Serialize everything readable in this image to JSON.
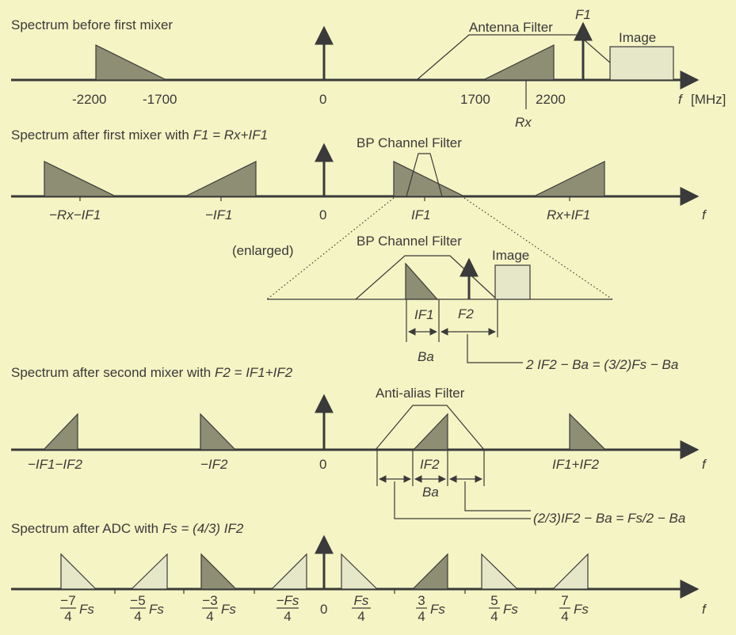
{
  "panels": {
    "p1": {
      "title": "Spectrum before first mixer",
      "antenna_filter": "Antenna Filter",
      "f1": "F1",
      "image": "Image",
      "rx": "Rx",
      "ticks": [
        "-2200",
        "-1700",
        "0",
        "1700",
        "2200"
      ],
      "axis_var": "f",
      "axis_unit": "[MHz]"
    },
    "p2": {
      "title_prefix": "Spectrum after first mixer with ",
      "title_formula": "F1 = Rx+IF1",
      "bp_filter": "BP Channel  Filter",
      "ticks": [
        "−Rx−IF1",
        "−IF1",
        "0",
        "IF1",
        "Rx+IF1"
      ],
      "axis_var": "f"
    },
    "enlarged": {
      "label": "(enlarged)",
      "bp_filter": "BP Channel  Filter",
      "image": "Image",
      "if1": "IF1",
      "f2": "F2",
      "ba": "Ba",
      "formula": "2 IF2 − Ba = (3/2)Fs − Ba"
    },
    "p3": {
      "title_prefix": "Spectrum after second mixer with ",
      "title_formula": "F2 = IF1+IF2",
      "anti_alias": "Anti-alias Filter",
      "ticks": [
        "−IF1−IF2",
        "−IF2",
        "0",
        "IF2",
        "IF1+IF2"
      ],
      "ba": "Ba",
      "formula": "(2/3)IF2 − Ba = Fs/2 − Ba",
      "axis_var": "f"
    },
    "p4": {
      "title_prefix": "Spectrum after ADC with ",
      "title_formula": "Fs = (4/3) IF2",
      "fractions": [
        {
          "num": "−7",
          "den": "4",
          "tail": "Fs"
        },
        {
          "num": "−5",
          "den": "4",
          "tail": "Fs"
        },
        {
          "num": "−3",
          "den": "4",
          "tail": "Fs"
        },
        {
          "num": "−Fs",
          "den": "4",
          "tail": ""
        },
        {
          "num": "Fs",
          "den": "4",
          "tail": ""
        },
        {
          "num": "3",
          "den": "4",
          "tail": "Fs"
        },
        {
          "num": "5",
          "den": "4",
          "tail": "Fs"
        },
        {
          "num": "7",
          "den": "4",
          "tail": "Fs"
        }
      ],
      "zero": "0",
      "axis_var": "f"
    }
  },
  "colors": {
    "background": "#f5f4c4",
    "dark_fill": "#8e8e74",
    "light_fill": "#e6e7c9",
    "line": "#3a3a3a"
  }
}
